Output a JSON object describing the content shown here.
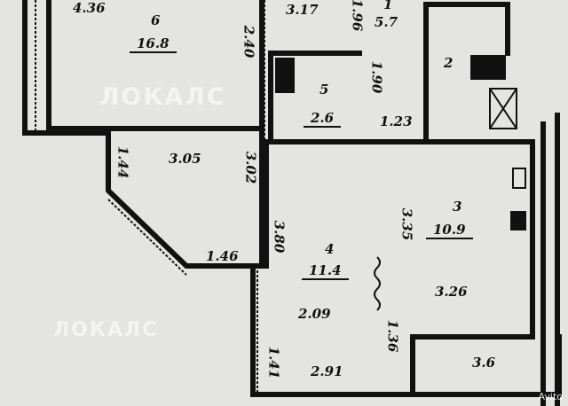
{
  "rooms": [
    {
      "number": "6",
      "area": "16.8"
    },
    {
      "number": "5",
      "area": "2.6"
    },
    {
      "number": "1",
      "area": "5.7"
    },
    {
      "number": "2"
    },
    {
      "number": "3",
      "area": "10.9"
    },
    {
      "number": "4",
      "area": "11.4"
    }
  ],
  "dimensions": {
    "d436": "4.36",
    "d240": "2.40",
    "d317": "3.17",
    "d196": "1.96",
    "d190": "1.90",
    "d123": "1.23",
    "d144": "1.44",
    "d305": "3.05",
    "d302": "3.02",
    "d380": "3.80",
    "d335": "3.35",
    "d146": "1.46",
    "d326": "3.26",
    "d209": "2.09",
    "d136": "1.36",
    "d141": "1.41",
    "d291": "2.91",
    "d36": "3.6"
  },
  "watermarks": {
    "brand": "ЛОКАЛС",
    "site": "Avito"
  }
}
